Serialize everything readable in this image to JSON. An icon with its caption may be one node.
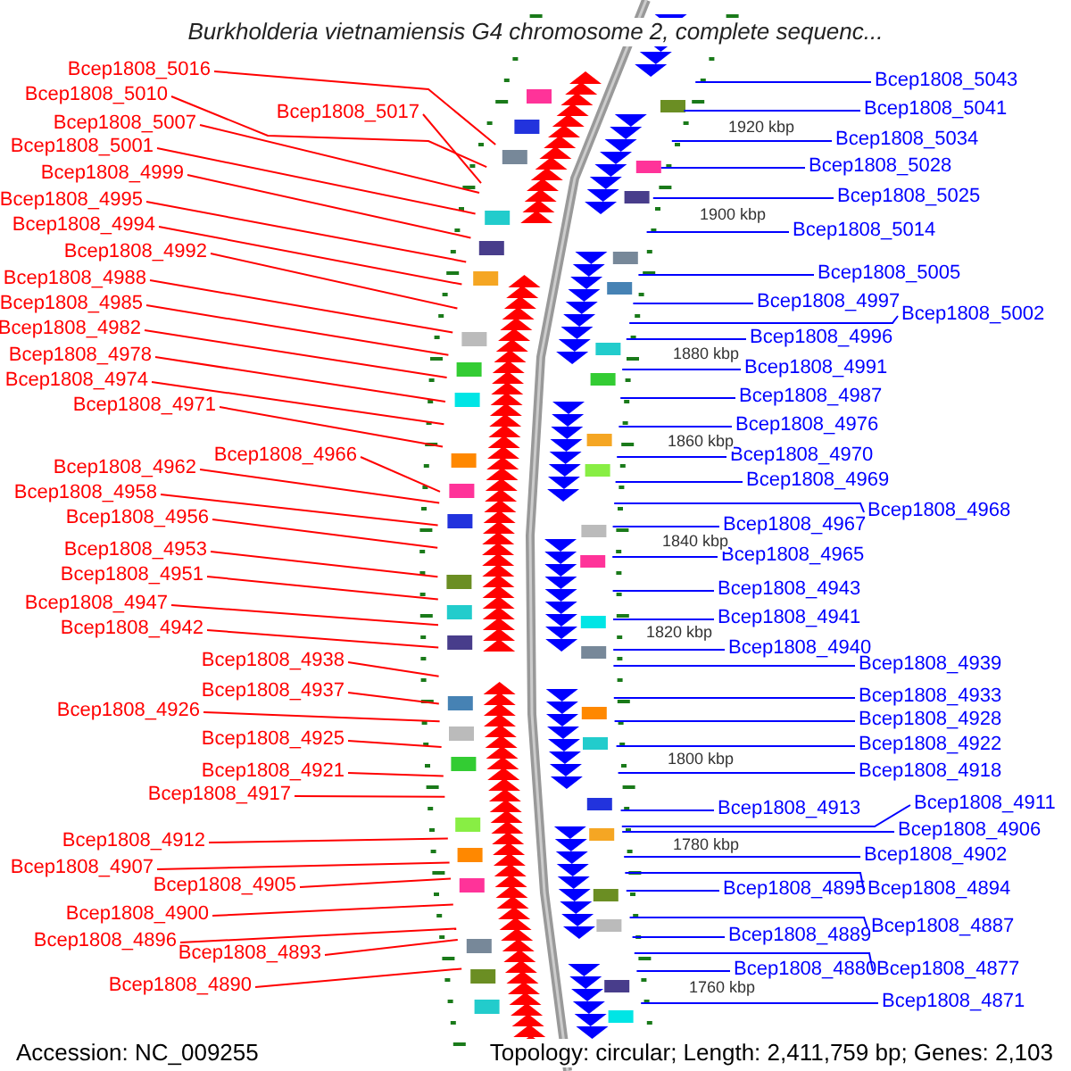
{
  "diagram": {
    "title": "Burkholderia vietnamiensis G4 chromosome 2, complete sequenc...",
    "nodes": [
      {
        "text": [
          "Bcep1808_5016"
        ]
      },
      {
        "text": [
          "Bcep1808_5010"
        ]
      },
      {
        "text": [
          "Bcep1808_5017"
        ]
      },
      {
        "text": [
          "Bcep1808_5007"
        ]
      },
      {
        "text": [
          "Bcep1808_5001"
        ]
      },
      {
        "text": [
          "Bcep1808_4999"
        ]
      },
      {
        "text": [
          "Bcep1808_4995"
        ]
      },
      {
        "text": [
          "Bcep1808_4994"
        ]
      },
      {
        "text": [
          "Bcep1808_4992"
        ]
      },
      {
        "text": [
          "Bcep1808_4988"
        ]
      },
      {
        "text": [
          "Bcep1808_4985"
        ]
      },
      {
        "text": [
          "Bcep1808_4982"
        ]
      },
      {
        "text": [
          "Bcep1808_4978"
        ]
      },
      {
        "text": [
          "Bcep1808_4974"
        ]
      },
      {
        "text": [
          "Bcep1808_4971"
        ]
      },
      {
        "text": [
          "Bcep1808_4966"
        ]
      },
      {
        "text": [
          "Bcep1808_4962"
        ]
      },
      {
        "text": [
          "Bcep1808_4958"
        ]
      },
      {
        "text": [
          "Bcep1808_4956"
        ]
      },
      {
        "text": [
          "Bcep1808_4953"
        ]
      },
      {
        "text": [
          "Bcep1808_4951"
        ]
      },
      {
        "text": [
          "Bcep1808_4947"
        ]
      },
      {
        "text": [
          "Bcep1808_4942"
        ]
      },
      {
        "text": [
          "Bcep1808_4938"
        ]
      },
      {
        "text": [
          "Bcep1808_4937"
        ]
      },
      {
        "text": [
          "Bcep1808_4926"
        ]
      },
      {
        "text": [
          "Bcep1808_4925"
        ]
      },
      {
        "text": [
          "Bcep1808_4921"
        ]
      },
      {
        "text": [
          "Bcep1808_4917"
        ]
      },
      {
        "text": [
          "Bcep1808_4912"
        ]
      },
      {
        "text": [
          "Bcep1808_4907"
        ]
      },
      {
        "text": [
          "Bcep1808_4905"
        ]
      },
      {
        "text": [
          "Bcep1808_4900"
        ]
      },
      {
        "text": [
          "Bcep1808_4896"
        ]
      },
      {
        "text": [
          "Bcep1808_4893"
        ]
      },
      {
        "text": [
          "Bcep1808_4890"
        ]
      },
      {
        "text": [
          "Bcep1808_5043"
        ]
      },
      {
        "text": [
          "Bcep1808_5041"
        ]
      },
      {
        "text": [
          "Bcep1808_5034"
        ]
      },
      {
        "text": [
          "Bcep1808_5028"
        ]
      },
      {
        "text": [
          "Bcep1808_5025"
        ]
      },
      {
        "text": [
          "Bcep1808_5014"
        ]
      },
      {
        "text": [
          "Bcep1808_5005"
        ]
      },
      {
        "text": [
          "Bcep1808_4997"
        ]
      },
      {
        "text": [
          "Bcep1808_5002"
        ]
      },
      {
        "text": [
          "Bcep1808_4996"
        ]
      },
      {
        "text": [
          "Bcep1808_4991"
        ]
      },
      {
        "text": [
          "Bcep1808_4987"
        ]
      },
      {
        "text": [
          "Bcep1808_4976"
        ]
      },
      {
        "text": [
          "Bcep1808_4970"
        ]
      },
      {
        "text": [
          "Bcep1808_4969"
        ]
      },
      {
        "text": [
          "Bcep1808_4968"
        ]
      },
      {
        "text": [
          "Bcep1808_4967"
        ]
      },
      {
        "text": [
          "Bcep1808_4965"
        ]
      },
      {
        "text": [
          "Bcep1808_4943"
        ]
      },
      {
        "text": [
          "Bcep1808_4941"
        ]
      },
      {
        "text": [
          "Bcep1808_4940"
        ]
      },
      {
        "text": [
          "Bcep1808_4939"
        ]
      },
      {
        "text": [
          "Bcep1808_4933"
        ]
      },
      {
        "text": [
          "Bcep1808_4928"
        ]
      },
      {
        "text": [
          "Bcep1808_4922"
        ]
      },
      {
        "text": [
          "Bcep1808_4918"
        ]
      },
      {
        "text": [
          "Bcep1808_4913"
        ]
      },
      {
        "text": [
          "Bcep1808_4911"
        ]
      },
      {
        "text": [
          "Bcep1808_4906"
        ]
      },
      {
        "text": [
          "Bcep1808_4902"
        ]
      },
      {
        "text": [
          "Bcep1808_4895"
        ]
      },
      {
        "text": [
          "Bcep1808_4894"
        ]
      },
      {
        "text": [
          "Bcep1808_4889"
        ]
      },
      {
        "text": [
          "Bcep1808_4887"
        ]
      },
      {
        "text": [
          "Bcep1808_4880"
        ]
      },
      {
        "text": [
          "Bcep1808_4877"
        ]
      },
      {
        "text": [
          "Bcep1808_4871"
        ]
      }
    ],
    "edges": [
      {
        "from": 0,
        "to": null,
        "arrow": "none",
        "color": "#ff0000"
      },
      {
        "from": 1,
        "to": null,
        "arrow": "none",
        "color": "#ff0000"
      },
      {
        "from": 2,
        "to": null,
        "arrow": "none",
        "color": "#ff0000"
      },
      {
        "from": 3,
        "to": null,
        "arrow": "none",
        "color": "#ff0000"
      },
      {
        "from": 4,
        "to": null,
        "arrow": "none",
        "color": "#ff0000"
      },
      {
        "from": 5,
        "to": null,
        "arrow": "none",
        "color": "#ff0000"
      },
      {
        "from": 6,
        "to": null,
        "arrow": "none",
        "color": "#ff0000"
      },
      {
        "from": 7,
        "to": null,
        "arrow": "none",
        "color": "#ff0000"
      },
      {
        "from": 8,
        "to": null,
        "arrow": "none",
        "color": "#ff0000"
      },
      {
        "from": 9,
        "to": null,
        "arrow": "none",
        "color": "#ff0000"
      },
      {
        "from": 10,
        "to": null,
        "arrow": "none",
        "color": "#ff0000"
      },
      {
        "from": 11,
        "to": null,
        "arrow": "none",
        "color": "#ff0000"
      },
      {
        "from": 12,
        "to": null,
        "arrow": "none",
        "color": "#ff0000"
      },
      {
        "from": 13,
        "to": null,
        "arrow": "none",
        "color": "#ff0000"
      },
      {
        "from": 14,
        "to": null,
        "arrow": "none",
        "color": "#ff0000"
      },
      {
        "from": 15,
        "to": null,
        "arrow": "none",
        "color": "#ff0000"
      },
      {
        "from": 16,
        "to": null,
        "arrow": "none",
        "color": "#ff0000"
      },
      {
        "from": 17,
        "to": null,
        "arrow": "none",
        "color": "#ff0000"
      },
      {
        "from": 18,
        "to": null,
        "arrow": "none",
        "color": "#ff0000"
      },
      {
        "from": 19,
        "to": null,
        "arrow": "none",
        "color": "#ff0000"
      },
      {
        "from": 20,
        "to": null,
        "arrow": "none",
        "color": "#ff0000"
      },
      {
        "from": 21,
        "to": null,
        "arrow": "none",
        "color": "#ff0000"
      },
      {
        "from": 22,
        "to": null,
        "arrow": "none",
        "color": "#ff0000"
      },
      {
        "from": 23,
        "to": null,
        "arrow": "none",
        "color": "#ff0000"
      },
      {
        "from": 24,
        "to": null,
        "arrow": "none",
        "color": "#ff0000"
      },
      {
        "from": 25,
        "to": null,
        "arrow": "none",
        "color": "#ff0000"
      },
      {
        "from": 26,
        "to": null,
        "arrow": "none",
        "color": "#ff0000"
      },
      {
        "from": 27,
        "to": null,
        "arrow": "none",
        "color": "#ff0000"
      },
      {
        "from": 28,
        "to": null,
        "arrow": "none",
        "color": "#ff0000"
      },
      {
        "from": 29,
        "to": null,
        "arrow": "none",
        "color": "#ff0000"
      },
      {
        "from": 30,
        "to": null,
        "arrow": "none",
        "color": "#ff0000"
      },
      {
        "from": 31,
        "to": null,
        "arrow": "none",
        "color": "#ff0000"
      },
      {
        "from": 32,
        "to": null,
        "arrow": "none",
        "color": "#ff0000"
      },
      {
        "from": 33,
        "to": null,
        "arrow": "none",
        "color": "#ff0000"
      },
      {
        "from": 34,
        "to": null,
        "arrow": "none",
        "color": "#ff0000"
      },
      {
        "from": 35,
        "to": null,
        "arrow": "none",
        "color": "#ff0000"
      },
      {
        "from": 36,
        "to": null,
        "arrow": "none",
        "color": "#0000ff"
      },
      {
        "from": 37,
        "to": null,
        "arrow": "none",
        "color": "#0000ff"
      },
      {
        "from": 38,
        "to": null,
        "arrow": "none",
        "color": "#0000ff"
      },
      {
        "from": 39,
        "to": null,
        "arrow": "none",
        "color": "#0000ff"
      },
      {
        "from": 40,
        "to": null,
        "arrow": "none",
        "color": "#0000ff"
      },
      {
        "from": 41,
        "to": null,
        "arrow": "none",
        "color": "#0000ff"
      },
      {
        "from": 42,
        "to": null,
        "arrow": "none",
        "color": "#0000ff"
      },
      {
        "from": 43,
        "to": null,
        "arrow": "none",
        "color": "#0000ff"
      },
      {
        "from": 44,
        "to": null,
        "arrow": "none",
        "color": "#0000ff"
      },
      {
        "from": 45,
        "to": null,
        "arrow": "none",
        "color": "#0000ff"
      },
      {
        "from": 46,
        "to": null,
        "arrow": "none",
        "color": "#0000ff"
      },
      {
        "from": 47,
        "to": null,
        "arrow": "none",
        "color": "#0000ff"
      },
      {
        "from": 48,
        "to": null,
        "arrow": "none",
        "color": "#0000ff"
      },
      {
        "from": 49,
        "to": null,
        "arrow": "none",
        "color": "#0000ff"
      },
      {
        "from": 50,
        "to": null,
        "arrow": "none",
        "color": "#0000ff"
      },
      {
        "from": 51,
        "to": null,
        "arrow": "none",
        "color": "#0000ff"
      },
      {
        "from": 52,
        "to": null,
        "arrow": "none",
        "color": "#0000ff"
      },
      {
        "from": 53,
        "to": null,
        "arrow": "none",
        "color": "#0000ff"
      },
      {
        "from": 54,
        "to": null,
        "arrow": "none",
        "color": "#0000ff"
      },
      {
        "from": 55,
        "to": null,
        "arrow": "none",
        "color": "#0000ff"
      },
      {
        "from": 56,
        "to": null,
        "arrow": "none",
        "color": "#0000ff"
      },
      {
        "from": 57,
        "to": null,
        "arrow": "none",
        "color": "#0000ff"
      },
      {
        "from": 58,
        "to": null,
        "arrow": "none",
        "color": "#0000ff"
      },
      {
        "from": 59,
        "to": null,
        "arrow": "none",
        "color": "#0000ff"
      },
      {
        "from": 60,
        "to": null,
        "arrow": "none",
        "color": "#0000ff"
      },
      {
        "from": 61,
        "to": null,
        "arrow": "none",
        "color": "#0000ff"
      },
      {
        "from": 62,
        "to": null,
        "arrow": "none",
        "color": "#0000ff"
      },
      {
        "from": 63,
        "to": null,
        "arrow": "none",
        "color": "#0000ff"
      },
      {
        "from": 64,
        "to": null,
        "arrow": "none",
        "color": "#0000ff"
      },
      {
        "from": 65,
        "to": null,
        "arrow": "none",
        "color": "#0000ff"
      },
      {
        "from": 66,
        "to": null,
        "arrow": "none",
        "color": "#0000ff"
      },
      {
        "from": 67,
        "to": null,
        "arrow": "none",
        "color": "#0000ff"
      },
      {
        "from": 68,
        "to": null,
        "arrow": "none",
        "color": "#0000ff"
      },
      {
        "from": 69,
        "to": null,
        "arrow": "none",
        "color": "#0000ff"
      },
      {
        "from": 70,
        "to": null,
        "arrow": "none",
        "color": "#0000ff"
      },
      {
        "from": 71,
        "to": null,
        "arrow": "none",
        "color": "#0000ff"
      },
      {
        "from": 72,
        "to": null,
        "arrow": "none",
        "color": "#0000ff"
      }
    ],
    "labels": [
      "1920 kbp",
      "1900 kbp",
      "1880 kbp",
      "1860 kbp",
      "1840 kbp",
      "1820 kbp",
      "1800 kbp",
      "1780 kbp",
      "1760 kbp",
      "Accession: NC_009255",
      "Topology: circular; Length: 2,411,759 bp; Genes: 2,103"
    ]
  }
}
